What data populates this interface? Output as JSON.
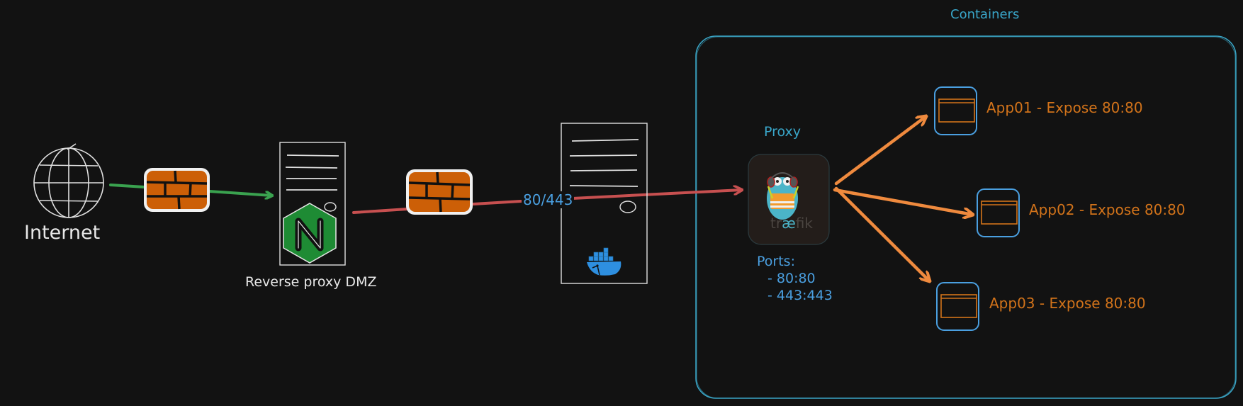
{
  "diagram": {
    "colors": {
      "background": "#121212",
      "sketch_white": "#e0e0e0",
      "firewall_fill": "#cc5f07",
      "nginx_green": "#1e8b34",
      "green_link": "#3aa24f",
      "red_link": "#c75050",
      "orange_link": "#ef8a3e",
      "container_border": "#3aa6c7",
      "app_box_border": "#4a9fe0",
      "app_text": "#d2731a",
      "port_text": "#4a9fe0",
      "docker_blue": "#2e8fe0",
      "traefik_bg": "#231d1a"
    },
    "internet": {
      "label": "Internet",
      "icon": "globe-icon"
    },
    "firewall_1": {
      "icon": "firewall-icon"
    },
    "reverse_proxy": {
      "label": "Reverse proxy DMZ",
      "icon": "nginx-logo-icon"
    },
    "firewall_2": {
      "icon": "firewall-icon"
    },
    "link_port_label": "80/443",
    "docker_host": {
      "icon": "docker-logo-icon"
    },
    "containers_group": {
      "title": "Containers",
      "proxy": {
        "label": "Proxy",
        "logo_text_prefix": "tr",
        "logo_text_ae": "æ",
        "logo_text_suffix": "fik",
        "ports_title": "Ports:",
        "ports": [
          "- 80:80",
          "- 443:443"
        ]
      },
      "apps": [
        {
          "label": "App01 - Expose 80:80",
          "icon": "browser-window-icon"
        },
        {
          "label": "App02 - Expose 80:80",
          "icon": "browser-window-icon"
        },
        {
          "label": "App03 - Expose 80:80",
          "icon": "browser-window-icon"
        }
      ]
    }
  }
}
